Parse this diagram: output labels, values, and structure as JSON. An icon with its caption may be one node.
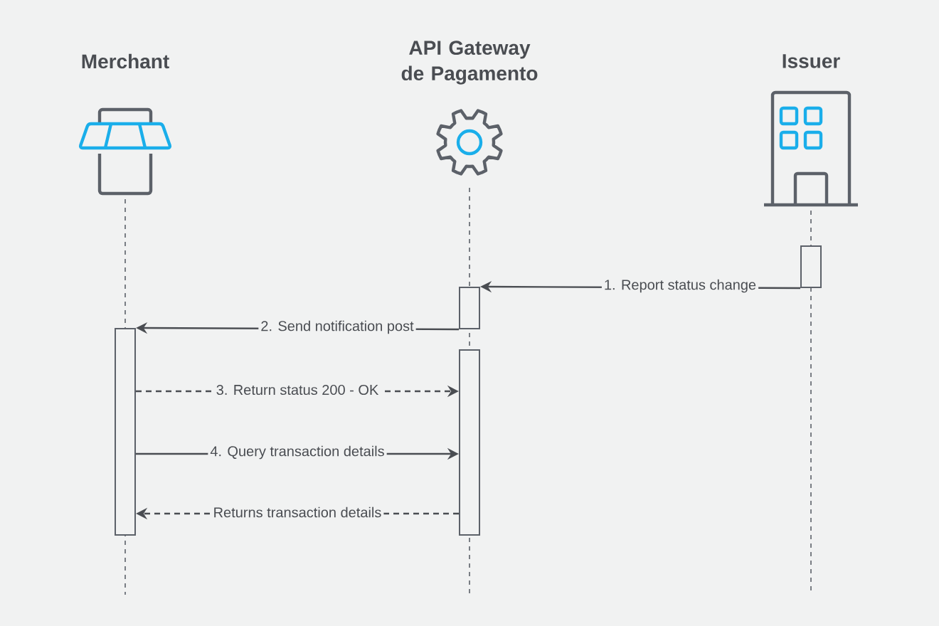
{
  "diagram": {
    "nodes": [
      {
        "text": [
          "Merchant"
        ]
      },
      {
        "text": [
          "API Gateway de Pagamento"
        ]
      },
      {
        "text": [
          "Issuer"
        ]
      },
      {
        "text": [],
        "shape": "box"
      },
      {
        "text": [],
        "shape": "box"
      },
      {
        "text": [],
        "shape": "box"
      },
      {
        "text": [],
        "shape": "box"
      }
    ],
    "edges": [
      {
        "from": 3,
        "to": 4,
        "arrow": "to",
        "label": "1. Report status change"
      },
      {
        "from": 4,
        "to": 5,
        "arrow": "to",
        "label": "2. Send notification post"
      },
      {
        "from": 5,
        "to": 6,
        "arrow": "to",
        "label": "3. Return status 200 - OK",
        "style": "dashed"
      },
      {
        "from": 5,
        "to": 6,
        "arrow": "to",
        "label": "4. Query transaction details"
      },
      {
        "from": 6,
        "to": 5,
        "arrow": "to",
        "label": "Returns transaction details",
        "style": "dashed"
      }
    ]
  }
}
